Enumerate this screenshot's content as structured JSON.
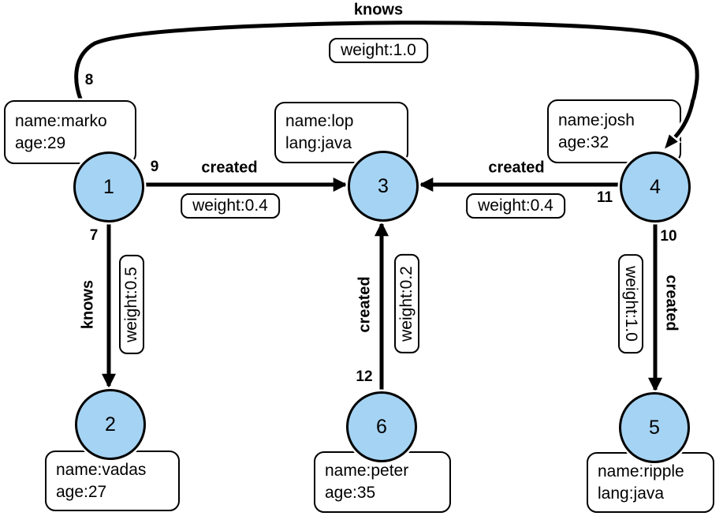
{
  "colors": {
    "background": "#ffffff",
    "node_fill": "#a5d3f3",
    "node_stroke": "#000000",
    "edge_stroke": "#000000",
    "box_background": "#ffffff"
  },
  "nodes": {
    "n1": {
      "label": "1",
      "prop1": "name:marko",
      "prop2": "age:29"
    },
    "n2": {
      "label": "2",
      "prop1": "name:vadas",
      "prop2": "age:27"
    },
    "n3": {
      "label": "3",
      "prop1": "name:lop",
      "prop2": "lang:java"
    },
    "n4": {
      "label": "4",
      "prop1": "name:josh",
      "prop2": "age:32"
    },
    "n5": {
      "label": "5",
      "prop1": "name:ripple",
      "prop2": "lang:java"
    },
    "n6": {
      "label": "6",
      "prop1": "name:peter",
      "prop2": "age:35"
    }
  },
  "edges": {
    "e7": {
      "id": "7",
      "label": "knows",
      "weight": "weight:0.5",
      "source": "1",
      "target": "2"
    },
    "e8": {
      "id": "8",
      "label": "knows",
      "weight": "weight:1.0",
      "source": "1",
      "target": "4"
    },
    "e9": {
      "id": "9",
      "label": "created",
      "weight": "weight:0.4",
      "source": "1",
      "target": "3"
    },
    "e10": {
      "id": "10",
      "label": "created",
      "weight": "weight:1.0",
      "source": "4",
      "target": "5"
    },
    "e11": {
      "id": "11",
      "label": "created",
      "weight": "weight:0.4",
      "source": "4",
      "target": "3"
    },
    "e12": {
      "id": "12",
      "label": "created",
      "weight": "weight:0.2",
      "source": "6",
      "target": "3"
    }
  }
}
